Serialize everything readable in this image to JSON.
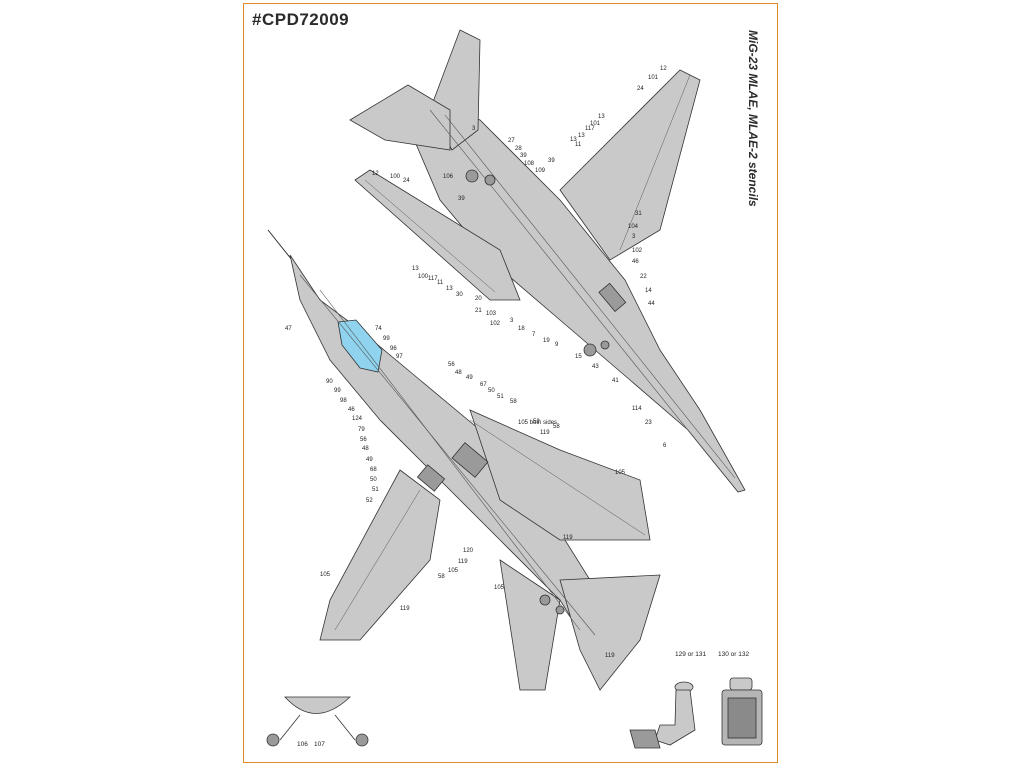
{
  "sheet": {
    "code": "#CPD72009",
    "title": "MiG-23 MLAE, MLAE-2 stencils"
  },
  "colors": {
    "border": "#e08a2c",
    "airframe": "#c9c9c9",
    "airframe_dark": "#9a9a9a",
    "canopy": "#8fd3ee",
    "line": "#333333"
  },
  "upper_view_callouts": [
    "12",
    "101",
    "24",
    "13",
    "101",
    "117",
    "13",
    "3",
    "13",
    "11",
    "27",
    "28",
    "39",
    "108",
    "109",
    "39",
    "106",
    "39",
    "12",
    "100",
    "24",
    "31",
    "104",
    "3",
    "102",
    "46",
    "22",
    "14",
    "44",
    "13",
    "100",
    "117",
    "11",
    "13",
    "30",
    "20",
    "21",
    "103",
    "102",
    "3",
    "18",
    "7",
    "19",
    "9",
    "15",
    "43",
    "41",
    "114",
    "23",
    "6"
  ],
  "lower_view_callouts": [
    "47",
    "74",
    "99",
    "96",
    "97",
    "90",
    "99",
    "98",
    "46",
    "124",
    "79",
    "56",
    "48",
    "49",
    "68",
    "50",
    "51",
    "52",
    "56",
    "48",
    "49",
    "67",
    "50",
    "51",
    "58",
    "105 both sides",
    "52",
    "119",
    "58",
    "105",
    "119",
    "120",
    "119",
    "105",
    "58",
    "105",
    "119",
    "105",
    "119"
  ],
  "detail_labels": {
    "wheel": [
      "106",
      "107"
    ],
    "seat_side": "129 or 131",
    "seat_back": "130 or 132"
  }
}
